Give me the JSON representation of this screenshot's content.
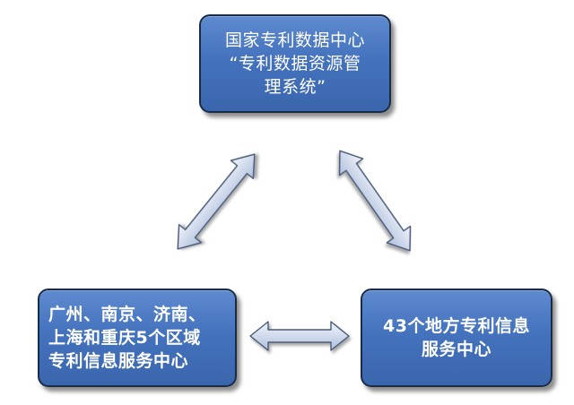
{
  "nodes": {
    "top": {
      "lines": [
        "国家专利数据中心",
        "“专利数据资源管",
        "理系统”"
      ]
    },
    "left": {
      "lines": [
        "广州、南京、济南、",
        "上海和重庆5个区域",
        "专利信息服务中心"
      ]
    },
    "right": {
      "lines": [
        "43个地方专利信息",
        "服务中心"
      ]
    }
  },
  "colors": {
    "box_fill": "#4472c4",
    "box_border": "#1a2b45",
    "box_text": "#ffffff",
    "arrow_fill_light": "#e9eef8",
    "arrow_fill_dark": "#b3c3de",
    "arrow_stroke": "#4a5a78"
  },
  "arrows": [
    {
      "from": "top",
      "to": "left",
      "type": "bidirectional"
    },
    {
      "from": "top",
      "to": "right",
      "type": "bidirectional"
    },
    {
      "from": "left",
      "to": "right",
      "type": "bidirectional"
    }
  ]
}
